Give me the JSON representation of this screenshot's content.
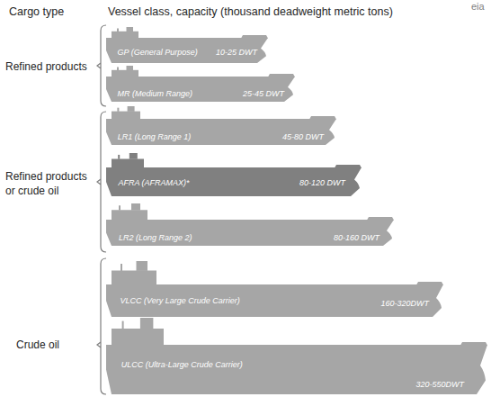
{
  "diagram": {
    "nodes": [
      {
        "text": [
          "GP (General Purpose)",
          "10-25 DWT"
        ]
      },
      {
        "text": [
          "MR (Medium Range)",
          "25-45 DWT"
        ]
      },
      {
        "text": [
          "LR1 (Long Range 1)",
          "45-80 DWT"
        ]
      },
      {
        "text": [
          "AFRA (AFRAMAX)*",
          "80-120 DWT"
        ]
      },
      {
        "text": [
          "LR2 (Long Range 2)",
          "80-160 DWT"
        ]
      },
      {
        "text": [
          "VLCC (Very Large Crude Carrier)",
          "160-320DWT"
        ]
      },
      {
        "text": [
          "ULCC (Ultra-Large Crude Carrier)",
          "320-550DWT"
        ]
      }
    ],
    "labels": [
      "Cargo type",
      "Vessel class, capacity (thousand deadweight metric tons)",
      "eia",
      "Refined products",
      "Refined products or crude oil",
      "Crude oil"
    ]
  }
}
